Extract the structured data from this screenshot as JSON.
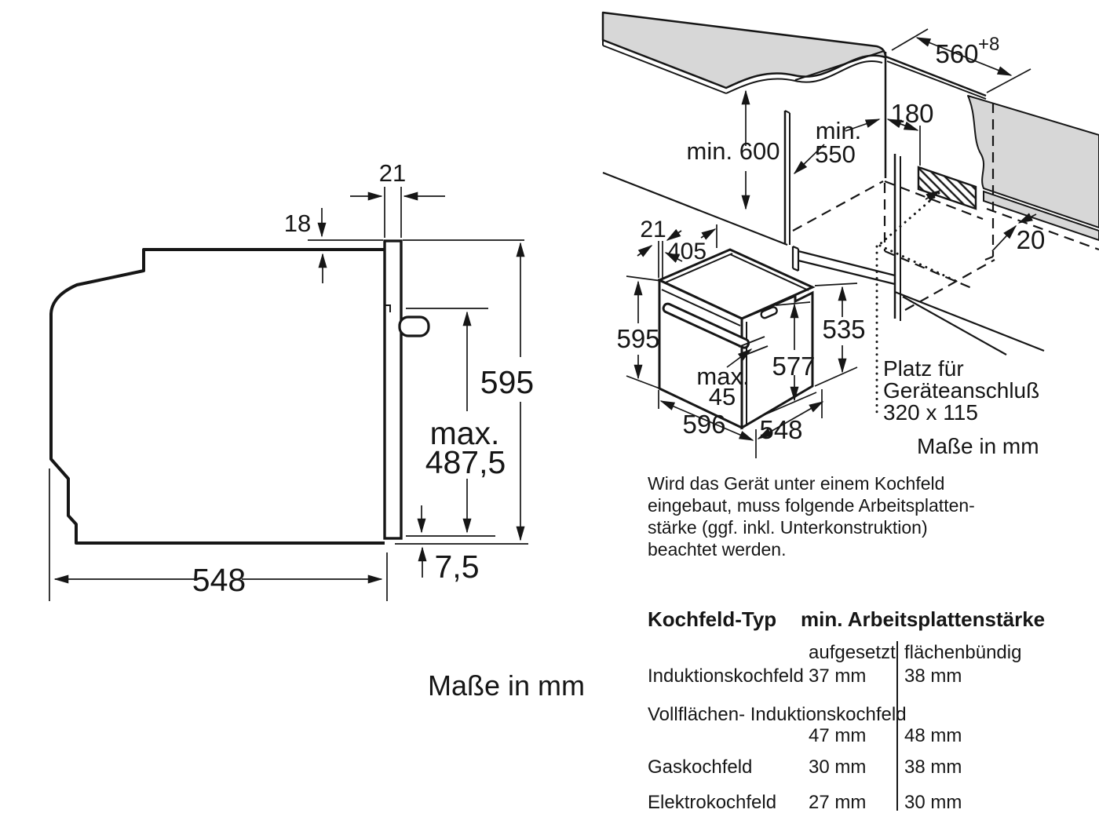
{
  "side_view": {
    "dim_front_panel_width": "21",
    "dim_top_overhang": "18",
    "dim_height": "595",
    "dim_max_label": "max.",
    "dim_max_depth": "487,5",
    "dim_body_depth": "548",
    "dim_bottom_offset": "7,5",
    "caption": "Maße in mm"
  },
  "installation_view": {
    "dim_niche_depth": "560",
    "dim_niche_depth_tolerance": "+8",
    "dim_min_niche_height": "min. 600",
    "dim_min_label": "min.",
    "dim_min_niche_depth": "550",
    "dim_vent_cutout": "180",
    "dim_rear_gap": "20",
    "dim_front_overhang": "21",
    "dim_door_projection": "405",
    "dim_oven_height": "595",
    "dim_oven_side_height": "535",
    "dim_oven_rear_height": "577",
    "dim_max_label": "max.",
    "dim_max_door_gap": "45",
    "dim_oven_width": "596",
    "dim_oven_depth": "548",
    "connection_note_line1": "Platz für",
    "connection_note_line2": "Geräteanschluß",
    "connection_note_line3": "320 x 115",
    "caption": "Maße in mm"
  },
  "note": {
    "line1": "Wird das Gerät unter einem Kochfeld",
    "line2": "eingebaut, muss folgende Arbeitsplatten-",
    "line3": "stärke (ggf. inkl. Unterkonstruktion)",
    "line4": "beachtet werden."
  },
  "table": {
    "col1_header": "Kochfeld-Typ",
    "col2_header": "min. Arbeitsplattenstärke",
    "sub_header_surface": "aufgesetzt",
    "sub_header_flush": "flächenbündig",
    "rows": [
      {
        "label": "Induktionskochfeld",
        "surface_mounted": "37 mm",
        "flush_mounted": "38 mm"
      },
      {
        "label": "Vollflächen-\nInduktionskochfeld",
        "surface_mounted": "47 mm",
        "flush_mounted": "48 mm"
      },
      {
        "label": "Gaskochfeld",
        "surface_mounted": "30 mm",
        "flush_mounted": "38 mm"
      },
      {
        "label": "Elektrokochfeld",
        "surface_mounted": "27 mm",
        "flush_mounted": "30 mm"
      }
    ]
  }
}
